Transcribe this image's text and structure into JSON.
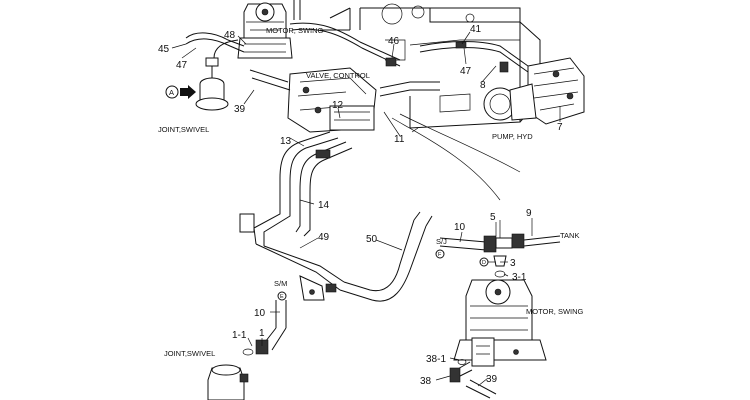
{
  "figure": {
    "callouts": [
      "45",
      "47",
      "48",
      "39",
      "41",
      "46",
      "47",
      "8",
      "7",
      "12",
      "13",
      "11",
      "14",
      "49",
      "50",
      "10",
      "5",
      "9",
      "3",
      "3-1",
      "10",
      "1-1",
      "1",
      "38-1",
      "38",
      "39"
    ],
    "names": {
      "motor_swing_top": "MOTOR, SWING",
      "valve_control": "VALVE, CONTROL",
      "pump_hyd": "PUMP, HYD",
      "joint_swivel_top": "JOINT,SWIVEL",
      "tank": "TANK",
      "motor_swing_detail": "MOTOR, SWING",
      "joint_swivel_detail": "JOINT,SWIVEL"
    },
    "tags": {
      "view_a": "A",
      "sj": "S/J",
      "sj_sub": "F",
      "sm": "S/M",
      "sm_sub": "E",
      "bubble_d": "D"
    }
  }
}
